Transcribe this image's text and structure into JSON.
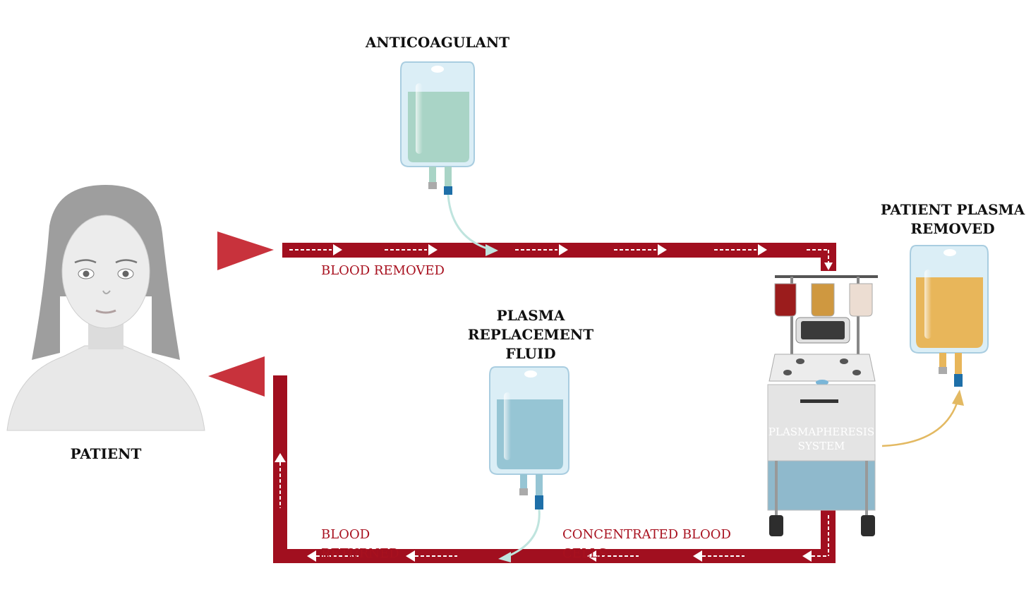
{
  "labels": {
    "anticoagulant": "ANTICOAGULANT",
    "patient_plasma_removed_1": "PATIENT PLASMA",
    "patient_plasma_removed_2": "REMOVED",
    "plasma_replacement_1": "PLASMA",
    "plasma_replacement_2": "REPLACEMENT",
    "plasma_replacement_3": "FLUID",
    "patient": "PATIENT",
    "blood_removed": "BLOOD REMOVED",
    "blood_returned": "BLOOD RETURNED",
    "concentrated_blood_cells": "CONCENTRATED BLOOD CELLS",
    "system_1": "PLASMAPHERESIS",
    "system_2": "SYSTEM"
  },
  "colors": {
    "tube": "#a10f1f",
    "tube_arrow": "#ffffff",
    "patient_arrow": "#c8323c",
    "anticoagulant_fluid": "#a9d4c6",
    "replacement_fluid": "#96c5d4",
    "plasma_fluid": "#e8b65a",
    "bag_shell": "#dbeef6",
    "machine_body": "#e4e4e4",
    "machine_base": "#8fb9cc"
  }
}
